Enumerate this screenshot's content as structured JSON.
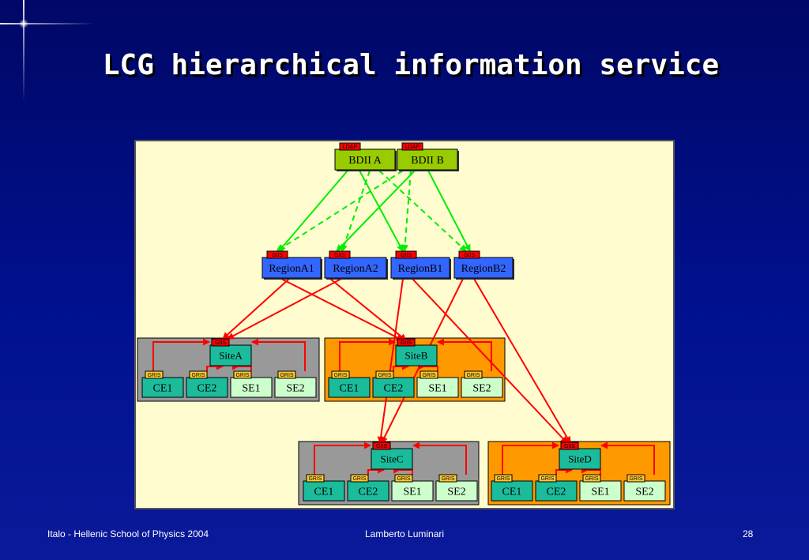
{
  "slide": {
    "title": "LCG hierarchical information service",
    "footer_left": "Italo - Hellenic School of Physics 2004",
    "footer_center": "Lamberto Luminari",
    "page_number": "28"
  },
  "colors": {
    "background": "#00118f",
    "diagram_bg": "#fffdd0",
    "bdii": "#99cc00",
    "region": "#3366ff",
    "site_gray": "#999999",
    "site_orange": "#ff9900",
    "node_teal": "#1abc9c",
    "node_pale": "#ccffcc",
    "gris_tag": "#ffcc33",
    "giis_tag": "#ff0000",
    "arrow_green": "#00ee00",
    "arrow_red": "#ff0000"
  },
  "bdii": [
    {
      "label": "BDII A",
      "tag": "LDAP"
    },
    {
      "label": "BDII B",
      "tag": "LDAP"
    }
  ],
  "regions": [
    {
      "label": "RegionA1",
      "tag": "GIIS"
    },
    {
      "label": "RegionA2",
      "tag": "GIIS"
    },
    {
      "label": "RegionB1",
      "tag": "GIIS"
    },
    {
      "label": "RegionB2",
      "tag": "GIIS"
    }
  ],
  "sites": [
    {
      "label": "SiteA",
      "tag": "GIIS",
      "nodes": [
        "CE1",
        "CE2",
        "SE1",
        "SE2"
      ],
      "node_tag": "GRIS"
    },
    {
      "label": "SiteB",
      "tag": "GIIS",
      "nodes": [
        "CE1",
        "CE2",
        "SE1",
        "SE2"
      ],
      "node_tag": "GRIS"
    },
    {
      "label": "SiteC",
      "tag": "GIIS",
      "nodes": [
        "CE1",
        "CE2",
        "SE1",
        "SE2"
      ],
      "node_tag": "GRIS"
    },
    {
      "label": "SiteD",
      "tag": "GIIS",
      "nodes": [
        "CE1",
        "CE2",
        "SE1",
        "SE2"
      ],
      "node_tag": "GRIS"
    }
  ]
}
